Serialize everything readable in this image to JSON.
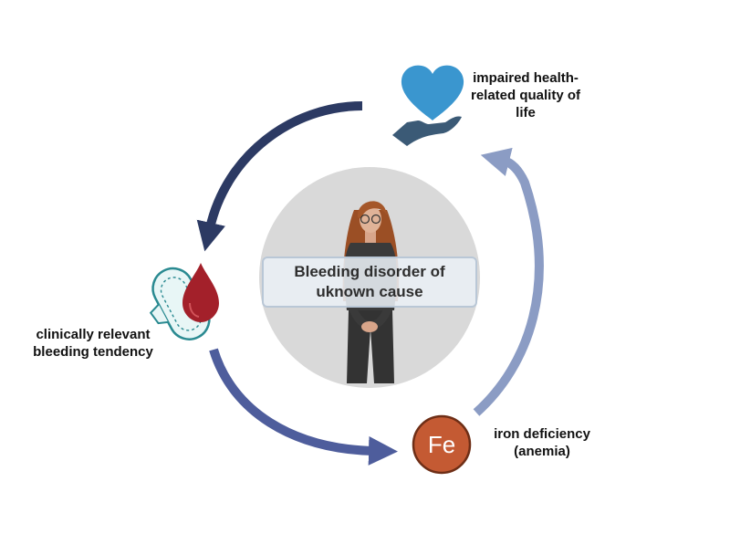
{
  "center": {
    "label": "Bleeding disorder of uknown cause"
  },
  "nodes": {
    "quality_of_life": {
      "label": "impaired health-related quality of life",
      "icon": "heart-in-hand-icon"
    },
    "bleeding": {
      "label": "clinically relevant bleeding tendency",
      "icon": "sanitary-pad-blood-drop-icon"
    },
    "iron": {
      "label": "iron deficiency (anemia)",
      "symbol": "Fe",
      "icon": "iron-element-icon"
    }
  },
  "colors": {
    "arrow_top_left": "#2c3a63",
    "arrow_bottom_left": "#4e5d9c",
    "arrow_right": "#8b9cc4",
    "heart": "#3a96cf",
    "hand": "#3b5a76",
    "blood": "#a3202a",
    "pad": "#2a8a91",
    "fe_fill": "#c45a33",
    "fe_border": "#6e2e16",
    "center_circle": "#d9d9d9"
  }
}
